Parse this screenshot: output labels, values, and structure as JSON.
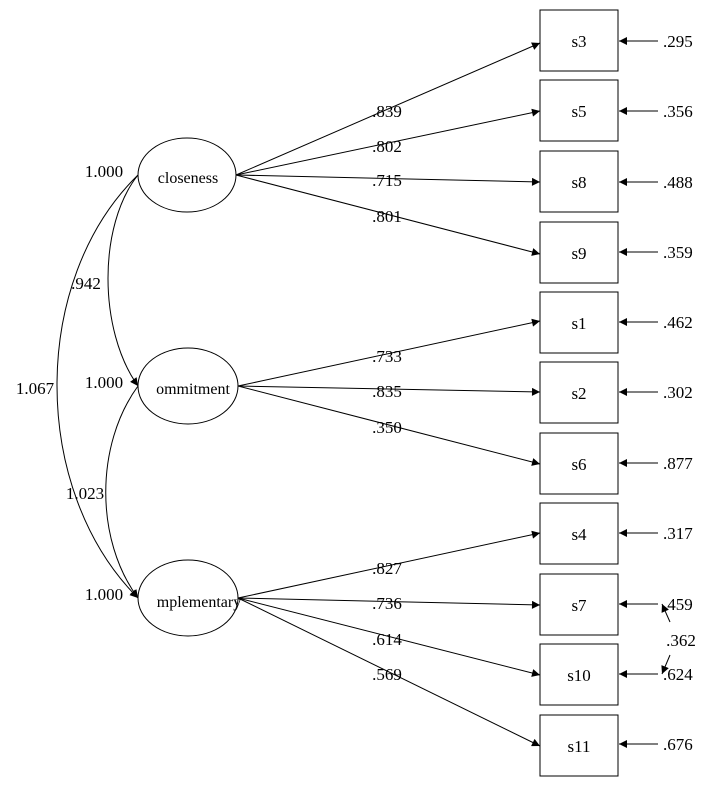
{
  "latents": [
    {
      "key": "closeness",
      "label": "closeness",
      "variance": "1.000"
    },
    {
      "key": "commitment",
      "label": "ommitment",
      "variance": "1.000"
    },
    {
      "key": "implementary",
      "label": "mplementary",
      "variance": "1.000"
    }
  ],
  "observed": [
    {
      "key": "s3",
      "label": "s3",
      "factor": "closeness",
      "loading": ".839",
      "error": ".295"
    },
    {
      "key": "s5",
      "label": "s5",
      "factor": "closeness",
      "loading": ".802",
      "error": ".356"
    },
    {
      "key": "s8",
      "label": "s8",
      "factor": "closeness",
      "loading": ".715",
      "error": ".488"
    },
    {
      "key": "s9",
      "label": "s9",
      "factor": "closeness",
      "loading": ".801",
      "error": ".359"
    },
    {
      "key": "s1",
      "label": "s1",
      "factor": "commitment",
      "loading": ".733",
      "error": ".462"
    },
    {
      "key": "s2",
      "label": "s2",
      "factor": "commitment",
      "loading": ".835",
      "error": ".302"
    },
    {
      "key": "s6",
      "label": "s6",
      "factor": "commitment",
      "loading": ".350",
      "error": ".877"
    },
    {
      "key": "s4",
      "label": "s4",
      "factor": "implementary",
      "loading": ".827",
      "error": ".317"
    },
    {
      "key": "s7",
      "label": "s7",
      "factor": "implementary",
      "loading": ".736",
      "error": ".459"
    },
    {
      "key": "s10",
      "label": "s10",
      "factor": "implementary",
      "loading": ".614",
      "error": ".624"
    },
    {
      "key": "s11",
      "label": "s11",
      "factor": "implementary",
      "loading": ".569",
      "error": ".676"
    }
  ],
  "covariances": [
    {
      "from": "closeness",
      "to": "commitment",
      "value": ".942"
    },
    {
      "from": "commitment",
      "to": "implementary",
      "value": "1.023"
    },
    {
      "from": "closeness",
      "to": "implementary",
      "value": "1.067"
    }
  ],
  "error_covariances": [
    {
      "from": "s7",
      "to": "s10",
      "value": ".362"
    }
  ]
}
